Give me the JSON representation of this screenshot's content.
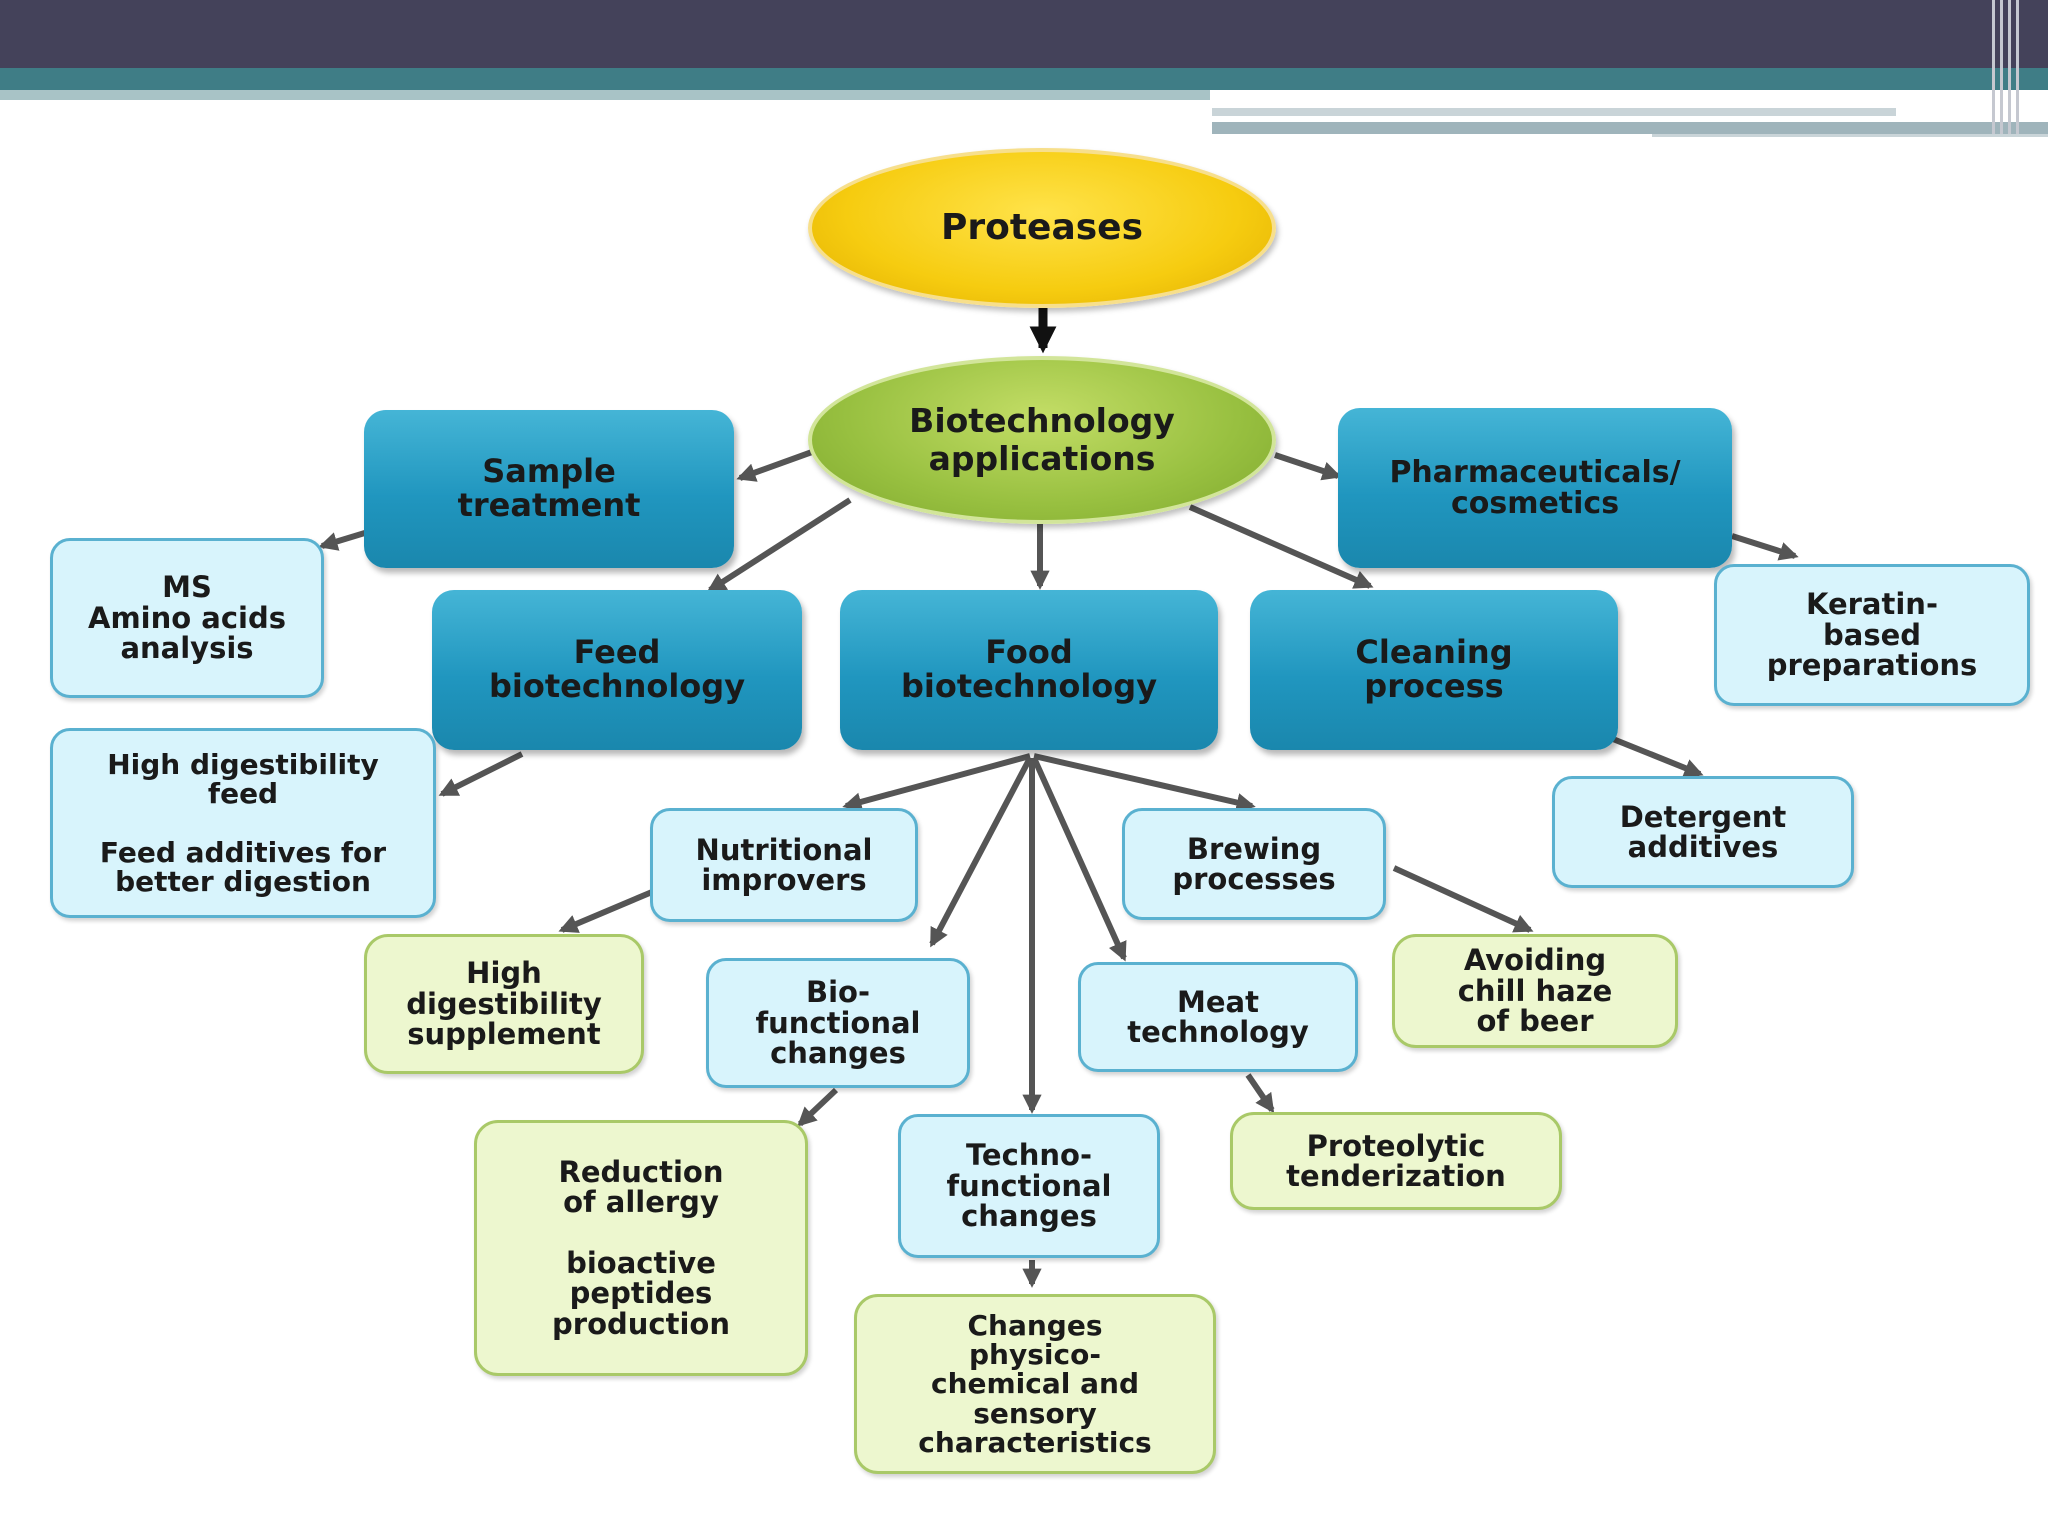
{
  "diagram": {
    "root": "Proteases",
    "center": "Biotechnology\napplications",
    "branches": {
      "sample_treatment": "Sample\ntreatment",
      "feed_biotechnology": "Feed\nbiotechnology",
      "food_biotechnology": "Food\nbiotechnology",
      "cleaning_process": "Cleaning\nprocess",
      "pharmaceuticals_cosmetics": "Pharmaceuticals/\ncosmetics"
    },
    "subtopics": {
      "ms_amino_acids": "MS\nAmino acids\nanalysis",
      "high_digestibility_feed": "High digestibility\nfeed\n\nFeed additives for\nbetter digestion",
      "keratin_based": "Keratin-\nbased\npreparations",
      "detergent_additives": "Detergent\nadditives",
      "nutritional_improvers": "Nutritional\nimprovers",
      "brewing_processes": "Brewing\nprocesses",
      "bio_functional_changes": "Bio-\nfunctional\nchanges",
      "meat_technology": "Meat\ntechnology",
      "techno_functional_changes": "Techno-\nfunctional\nchanges"
    },
    "outcomes": {
      "high_digestibility_supplement": "High\ndigestibility\nsupplement",
      "avoiding_chill_haze": "Avoiding\nchill haze\nof beer",
      "reduction_of_allergy": "Reduction\nof allergy\n\nbioactive\npeptides\nproduction",
      "proteolytic_tenderization": "Proteolytic\ntenderization",
      "changes_physico_chemical": "Changes\nphysico-\nchemical and\nsensory\ncharacteristics"
    }
  },
  "colors": {
    "header_dark": "#44425a",
    "header_teal": "#3f7d86",
    "root_fill": "#f6cc10",
    "center_fill": "#98c040",
    "branch_fill": "#2096bf",
    "subtopic_fill": "#d8f4fc",
    "outcome_fill": "#edf7cf",
    "connector": "#555555"
  }
}
